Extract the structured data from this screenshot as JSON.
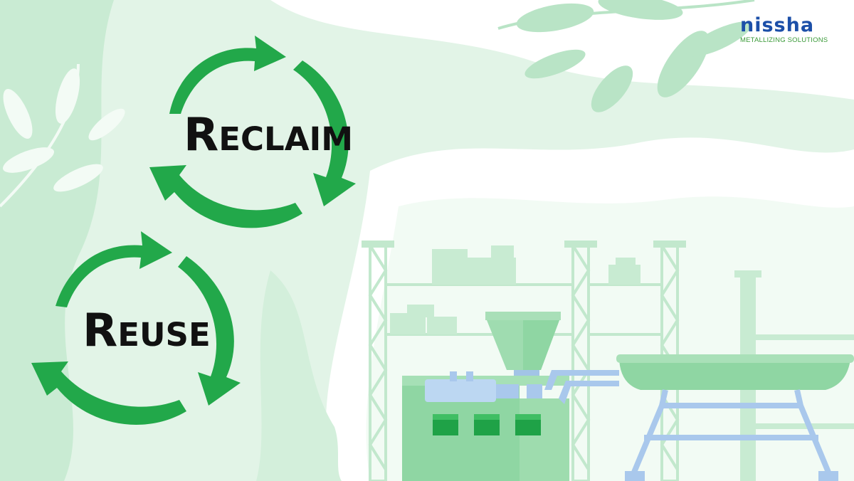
{
  "logo": {
    "wordmark": "nissha",
    "tagline": "METALLIZING SOLUTIONS"
  },
  "cycles": [
    {
      "label": "Reclaim",
      "icon": "recycle-arrows-icon"
    },
    {
      "label": "Reuse",
      "icon": "recycle-arrows-icon"
    }
  ],
  "colors": {
    "arrow_green": "#22a84a",
    "background_mint": "#d9f1e0",
    "machine_green": "#8fd6a3",
    "conveyor_blue": "#a9c8ec",
    "brand_blue": "#1c4fa8",
    "brand_green": "#3a9a38"
  }
}
